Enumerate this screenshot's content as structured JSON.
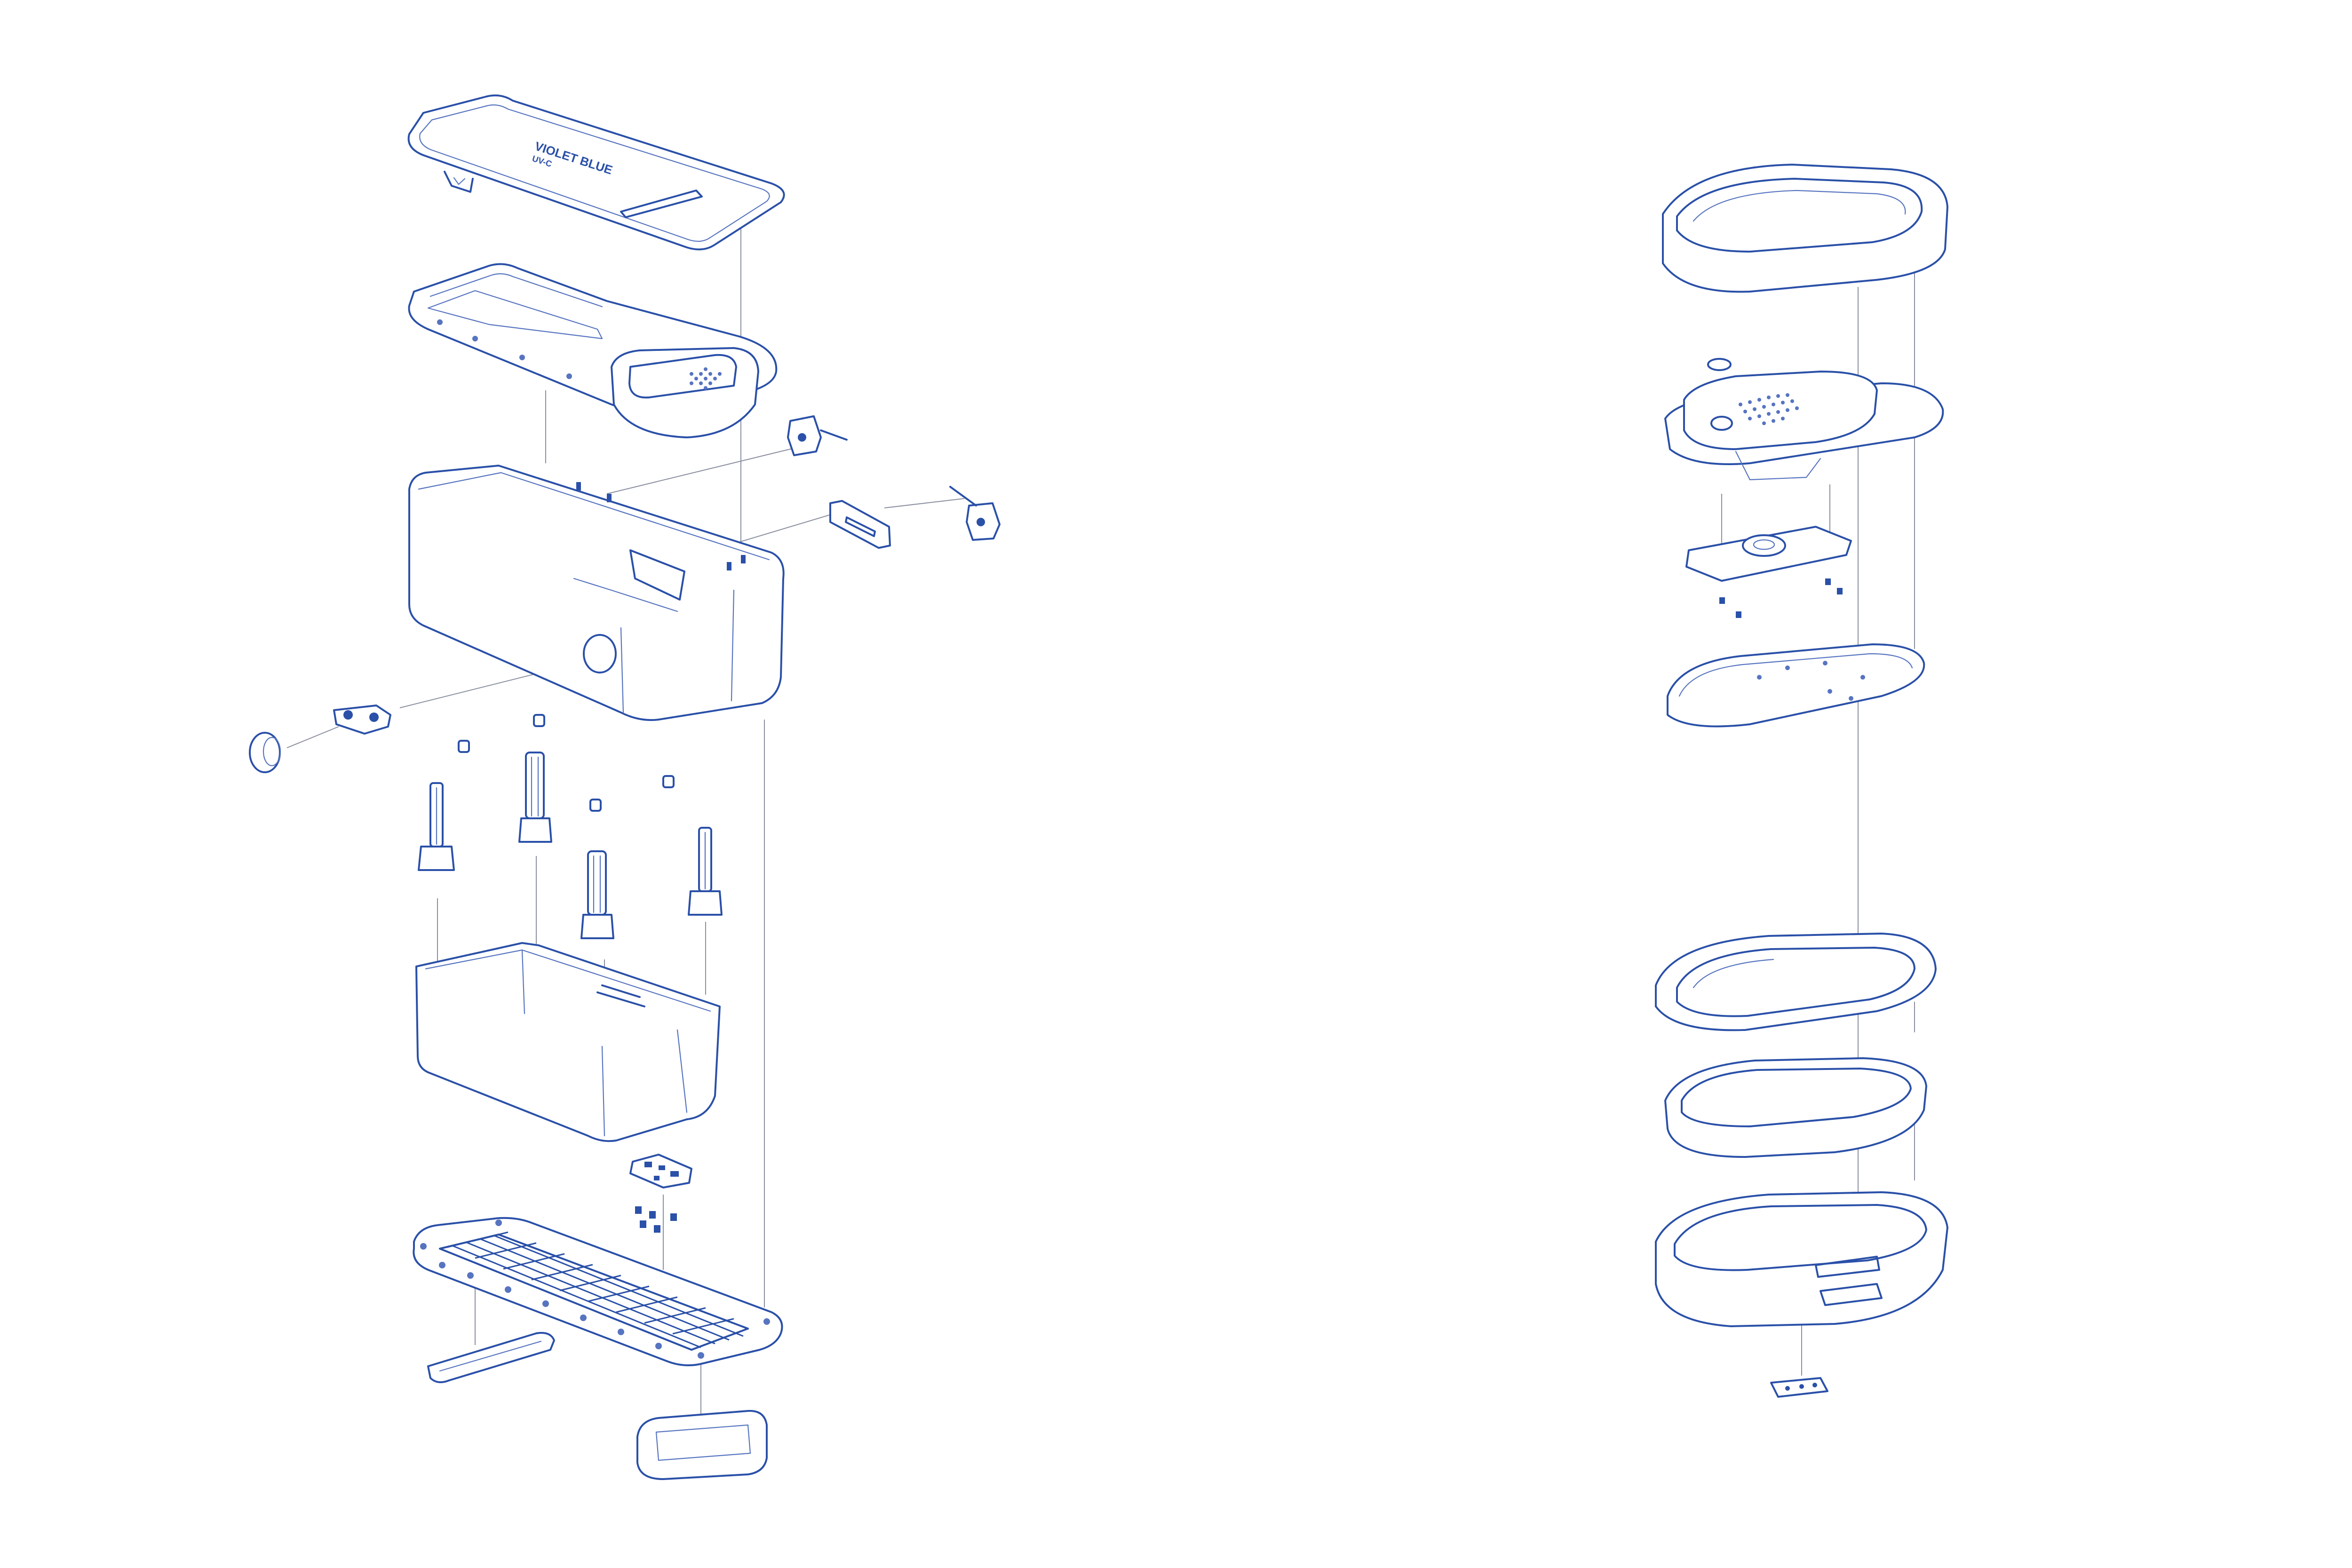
{
  "figure": {
    "type": "exploded-assembly-diagram",
    "colors": {
      "line": "#2a50a8",
      "thin_line": "#5774c0",
      "leader_line": "#8a8fa0",
      "background": "#ffffff"
    }
  },
  "lid_text": {
    "brand_line_1": "VIOLET BLUE",
    "brand_line_2": "UV-C"
  },
  "left_assembly": {
    "parts": [
      "top-lid",
      "lid-frame",
      "speaker-module",
      "switch-component-1",
      "connector-plate",
      "switch-component-2",
      "main-housing",
      "side-knob",
      "hinge-bracket",
      "uv-lamp-posts",
      "inner-tray",
      "control-pcb",
      "bottom-grille-plate",
      "handle-bar",
      "carry-handle"
    ]
  },
  "right_assembly": {
    "parts": [
      "oval-top-ring",
      "speaker-top-module",
      "mounting-bracket",
      "oval-plate",
      "oval-gasket-ring",
      "oval-inner-basin",
      "oval-bottom-bowl",
      "small-foot-plate"
    ]
  }
}
